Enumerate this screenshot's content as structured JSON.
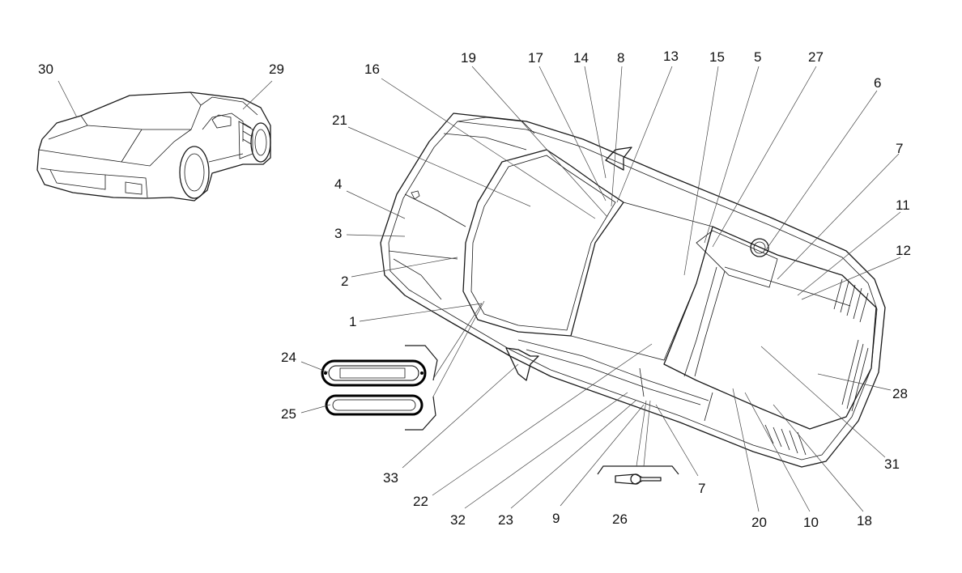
{
  "callouts": {
    "c30": "30",
    "c29": "29",
    "c16": "16",
    "c19": "19",
    "c17": "17",
    "c14": "14",
    "c8": "8",
    "c13": "13",
    "c15": "15",
    "c5": "5",
    "c27": "27",
    "c6": "6",
    "c7a": "7",
    "c11": "11",
    "c12": "12",
    "c21": "21",
    "c4": "4",
    "c3": "3",
    "c2": "2",
    "c1": "1",
    "c24": "24",
    "c25": "25",
    "c28": "28",
    "c31": "31",
    "c33": "33",
    "c22": "22",
    "c32": "32",
    "c23": "23",
    "c9": "9",
    "c26": "26",
    "c7b": "7",
    "c20": "20",
    "c10": "10",
    "c18": "18"
  }
}
